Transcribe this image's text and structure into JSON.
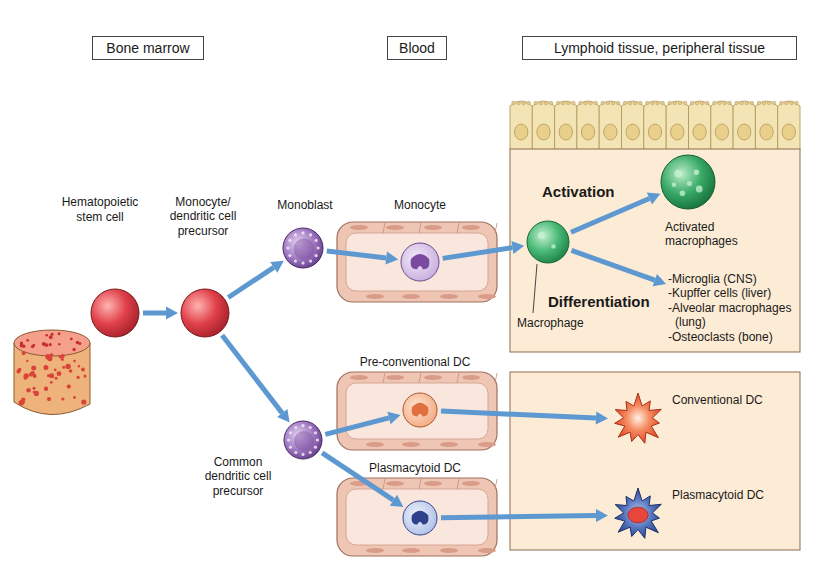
{
  "diagram": {
    "nodes": [
      {
        "text": [
          "Bone marrow"
        ]
      },
      {
        "text": [
          "Blood"
        ]
      },
      {
        "text": [
          "Lymphoid tissue, peripheral tissue"
        ]
      },
      {
        "text": [
          "Hematopoietic stem cell"
        ]
      },
      {
        "text": [
          "Monocyte/ dendritic cell precursor"
        ]
      },
      {
        "text": [
          "Monoblast"
        ]
      },
      {
        "text": [
          "Monocyte"
        ]
      },
      {
        "text": [
          "Macrophage"
        ]
      },
      {
        "text": [
          "Activated macrophages"
        ]
      },
      {
        "text": [
          "-Microglia (CNS)",
          "-Kupffer cells (liver)",
          "-Alveolar macrophages (lung)",
          "-Osteoclasts (bone)"
        ]
      },
      {
        "text": [
          "Common dendritic cell precursor"
        ]
      },
      {
        "text": [
          "Pre-conventional DC"
        ]
      },
      {
        "text": [
          "Plasmacytoid DC"
        ]
      },
      {
        "text": [
          "Conventional DC"
        ]
      },
      {
        "text": [
          "Plasmacytoid DC"
        ]
      }
    ],
    "edges": [
      {
        "from": 3,
        "to": 4,
        "arrow": "to"
      },
      {
        "from": 4,
        "to": 5,
        "arrow": "to"
      },
      {
        "from": 5,
        "to": 6,
        "arrow": "to"
      },
      {
        "from": 6,
        "to": 7,
        "arrow": "to"
      },
      {
        "from": 7,
        "to": 8,
        "label": "Activation",
        "arrow": "to"
      },
      {
        "from": 7,
        "to": 9,
        "label": "Differentiation",
        "arrow": "to"
      },
      {
        "from": 4,
        "to": 10,
        "arrow": "to"
      },
      {
        "from": 10,
        "to": 11,
        "arrow": "to"
      },
      {
        "from": 10,
        "to": 12,
        "arrow": "to"
      },
      {
        "from": 11,
        "to": 13,
        "arrow": "to"
      },
      {
        "from": 12,
        "to": 14,
        "arrow": "to"
      }
    ]
  }
}
